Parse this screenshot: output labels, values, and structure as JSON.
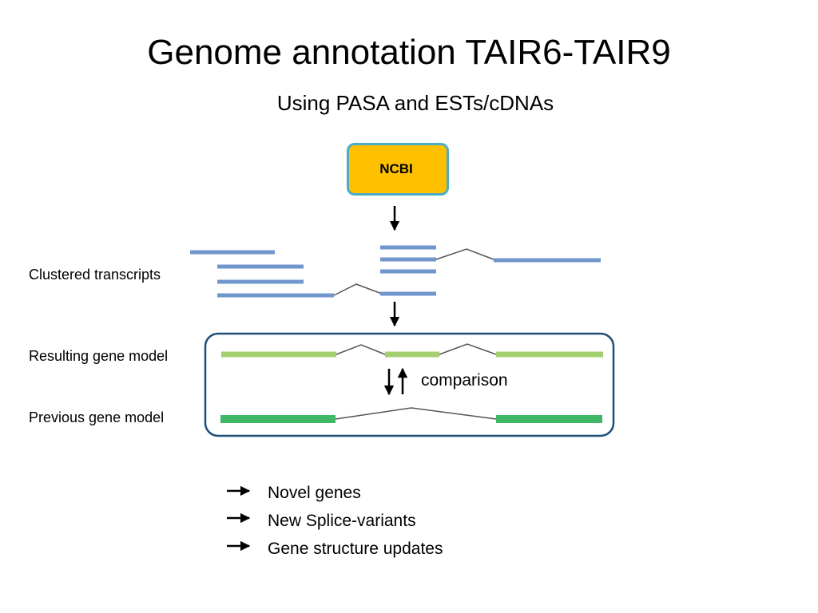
{
  "title": "Genome annotation TAIR6-TAIR9",
  "subtitle": "Using PASA and ESTs/cDNAs",
  "source_box": {
    "label": "NCBI",
    "fill_color": "#ffc000",
    "border_color": "#4aacc6"
  },
  "rows": {
    "clustered": "Clustered transcripts",
    "resulting": "Resulting gene model",
    "previous": "Previous gene model"
  },
  "comparison_label": "comparison",
  "outcomes": [
    "Novel genes",
    "New Splice-variants",
    "Gene structure updates"
  ],
  "colors": {
    "transcript": "#7096cc",
    "resulting_model": "#a3cf6e",
    "previous_model": "#3fb765",
    "comparison_frame": "#1f4e79",
    "intron_line": "#555555"
  }
}
